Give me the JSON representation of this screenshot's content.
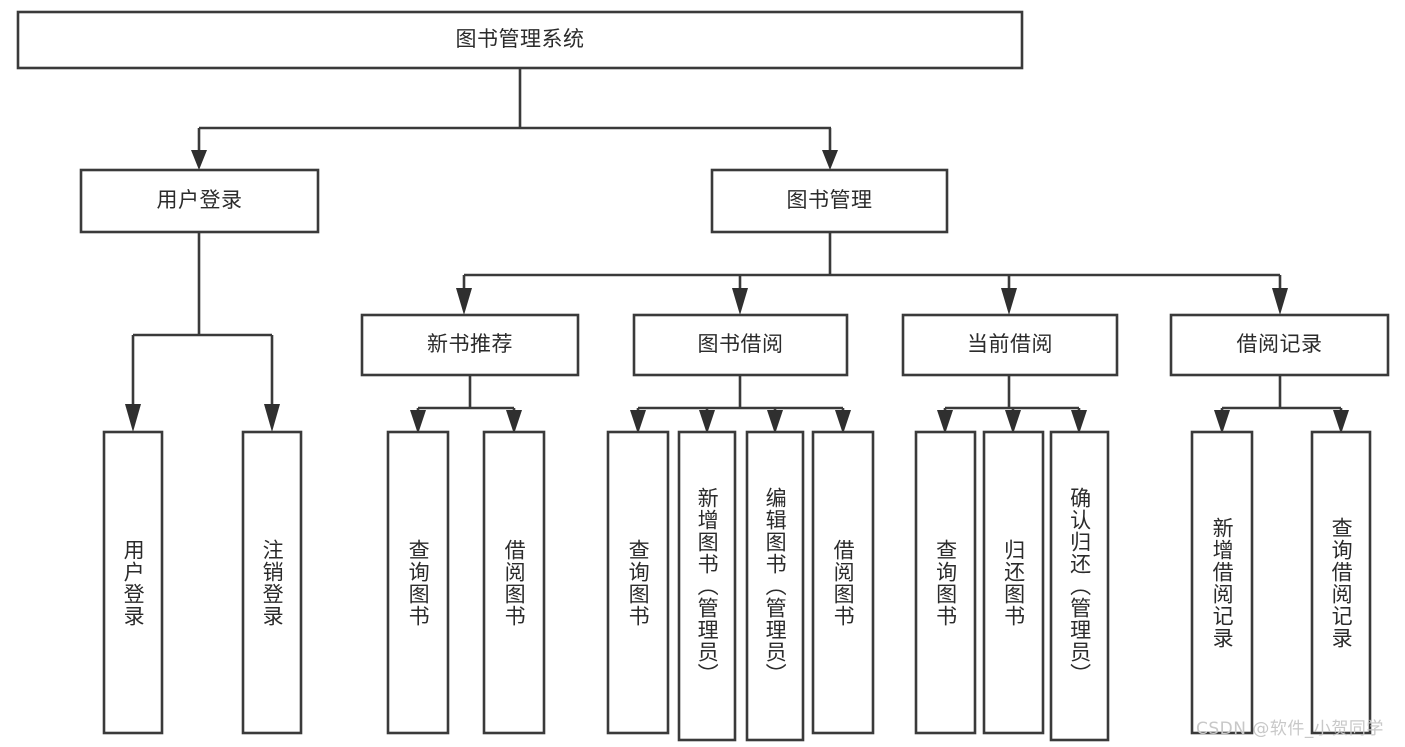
{
  "diagram": {
    "title": "图书管理系统",
    "watermark": "CSDN @软件_小贺同学",
    "colors": {
      "box_stroke": "#3a3a3a",
      "box_fill": "#ffffff",
      "text": "#2b2b2b",
      "connector": "#3a3a3a",
      "watermark": "#c8c8c8",
      "background": "#ffffff"
    },
    "root": {
      "label": "图书管理系统"
    },
    "level2": [
      {
        "label": "用户登录"
      },
      {
        "label": "图书管理"
      }
    ],
    "level3": [
      {
        "label": "新书推荐"
      },
      {
        "label": "图书借阅"
      },
      {
        "label": "当前借阅"
      },
      {
        "label": "借阅记录"
      }
    ],
    "leaves": {
      "user_login": [
        {
          "label": "用户登录"
        },
        {
          "label": "注销登录"
        }
      ],
      "new_book_recommend": [
        {
          "label": "查询图书"
        },
        {
          "label": "借阅图书"
        }
      ],
      "book_borrow": [
        {
          "label": "查询图书"
        },
        {
          "label": "新增图书（管理员）"
        },
        {
          "label": "编辑图书（管理员）"
        },
        {
          "label": "借阅图书"
        }
      ],
      "current_borrow": [
        {
          "label": "查询图书"
        },
        {
          "label": "归还图书"
        },
        {
          "label": "确认归还（管理员）"
        }
      ],
      "borrow_record": [
        {
          "label": "新增借阅记录"
        },
        {
          "label": "查询借阅记录"
        }
      ]
    }
  }
}
